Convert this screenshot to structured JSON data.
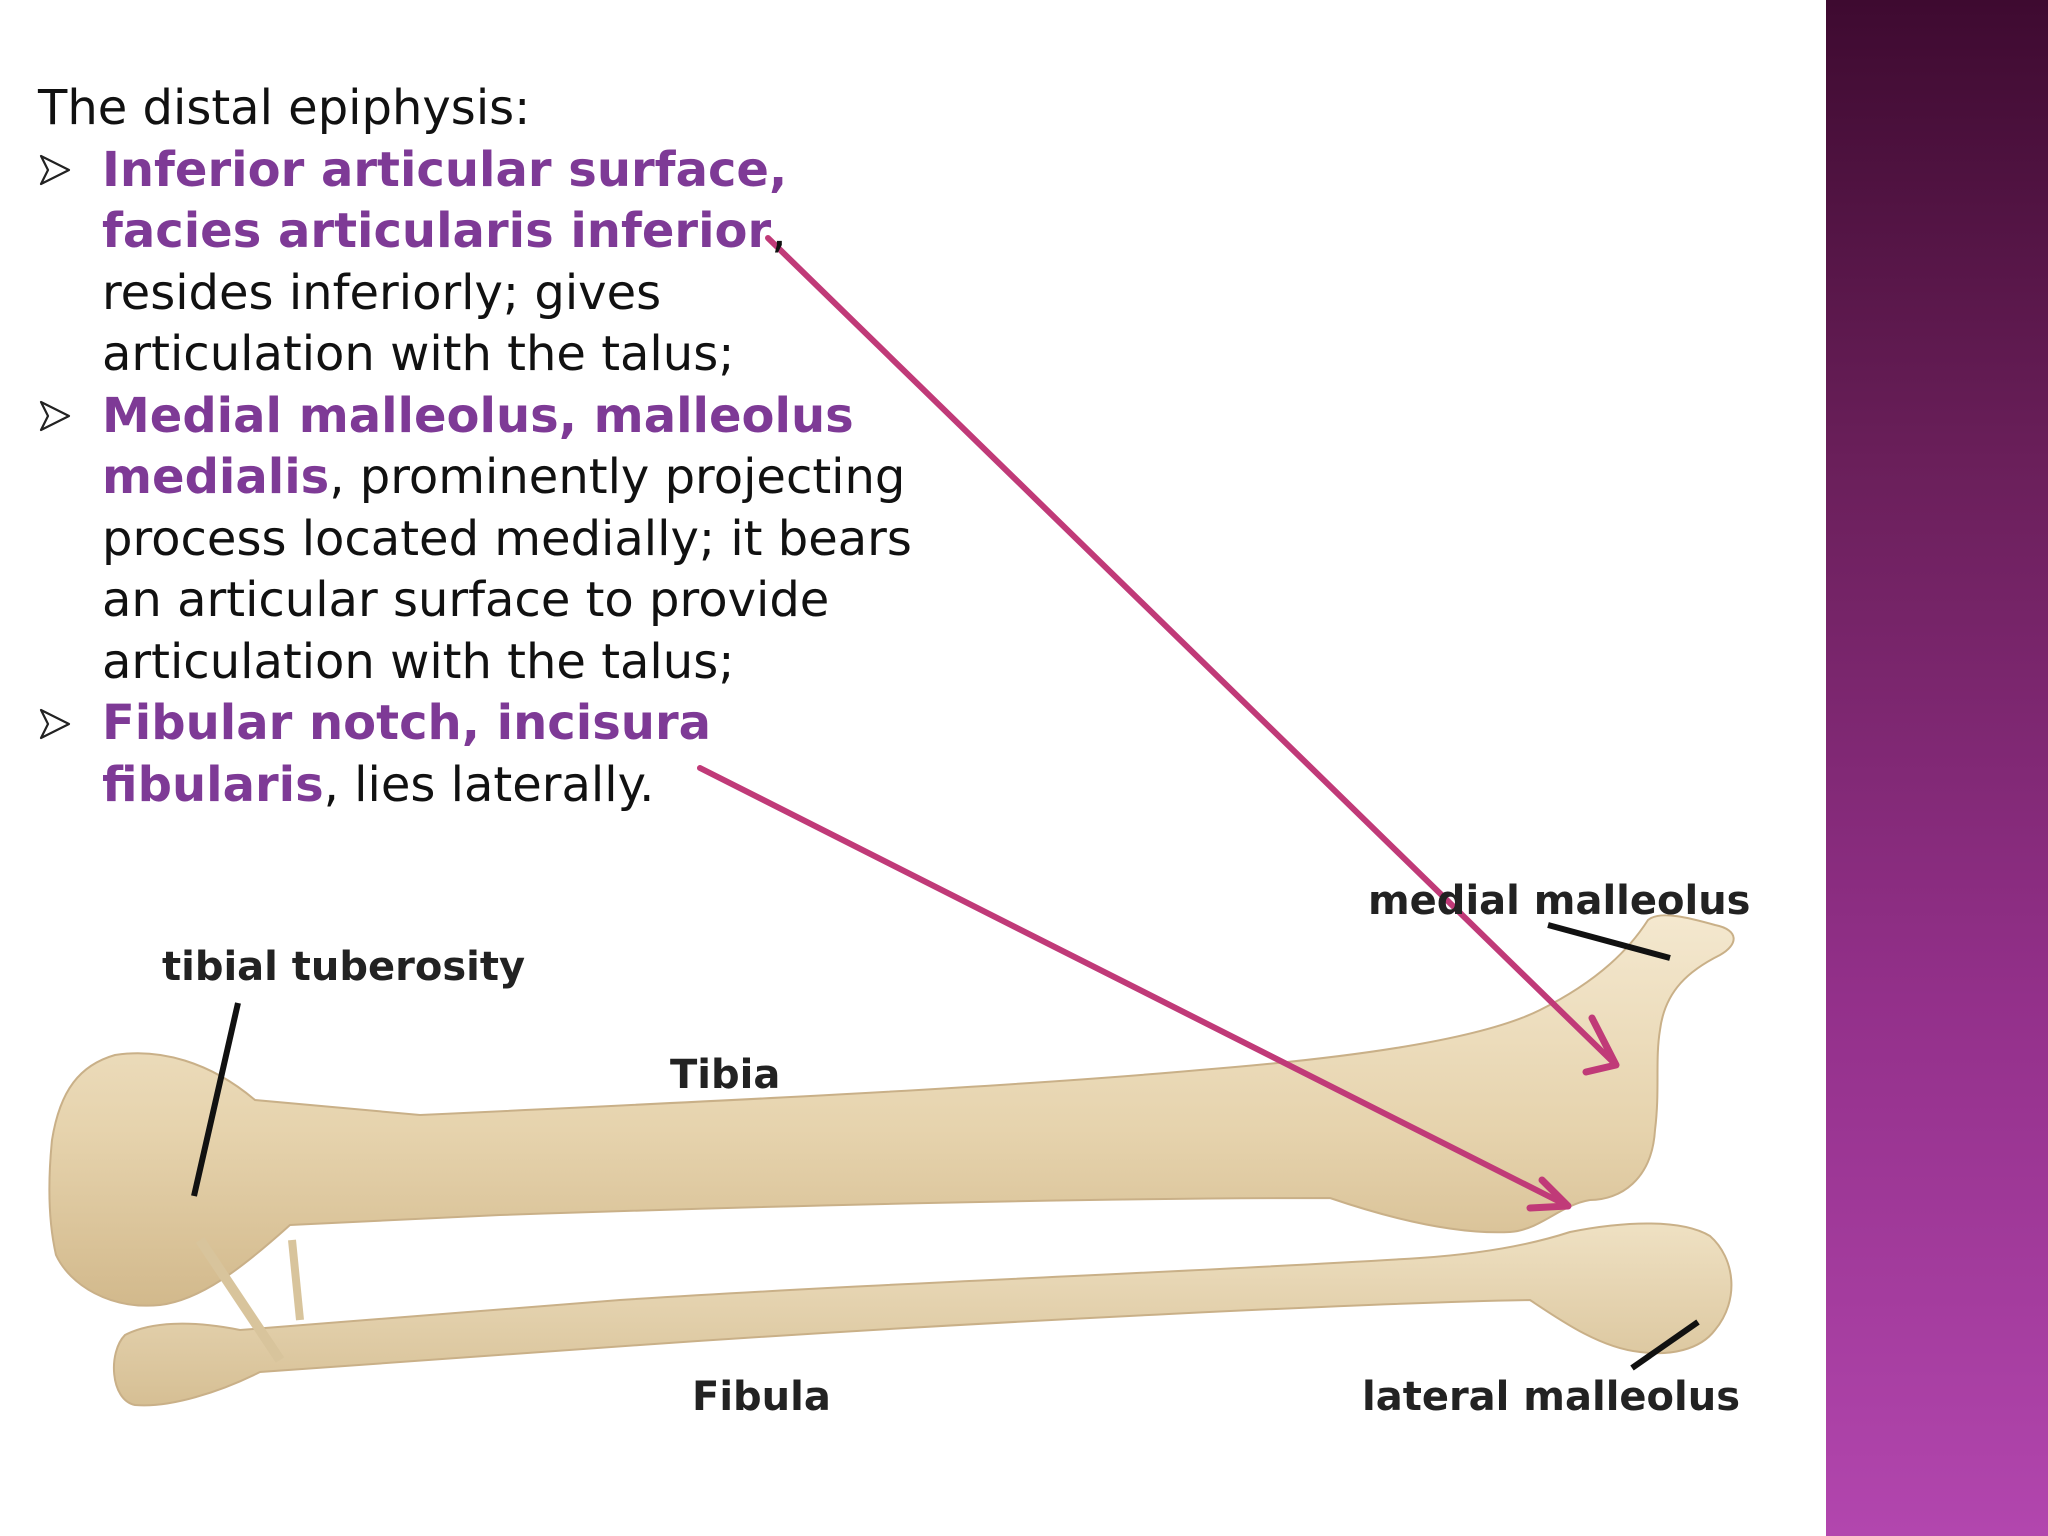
{
  "slide": {
    "heading": "The distal epiphysis:",
    "bullets": [
      {
        "term": "Inferior articular surface, facies articularis inferior",
        "description": ", resides inferiorly; gives articulation with the talus;"
      },
      {
        "term": "Medial malleolus, malleolus medialis",
        "description": ", prominently projecting process located medially; it bears an articular surface to provide articulation with the talus;"
      },
      {
        "term": "Fibular notch, incisura fibularis",
        "description": ", lies laterally."
      }
    ]
  },
  "figure": {
    "labels": {
      "tibial_tuberosity": "tibial tuberosity",
      "tibia": "Tibia",
      "fibula": "Fibula",
      "medial_malleolus": "medial malleolus",
      "lateral_malleolus": "lateral malleolus"
    }
  },
  "colors": {
    "term": "#7e3a96",
    "arrow": "#c03a78",
    "bone": "#ecdcbc",
    "side_band_top": "#3e0a30",
    "side_band_bottom": "#b246ae"
  },
  "icons": {
    "bullet": "arrowhead-bullet-icon",
    "arrow": "pointer-arrow-icon"
  }
}
